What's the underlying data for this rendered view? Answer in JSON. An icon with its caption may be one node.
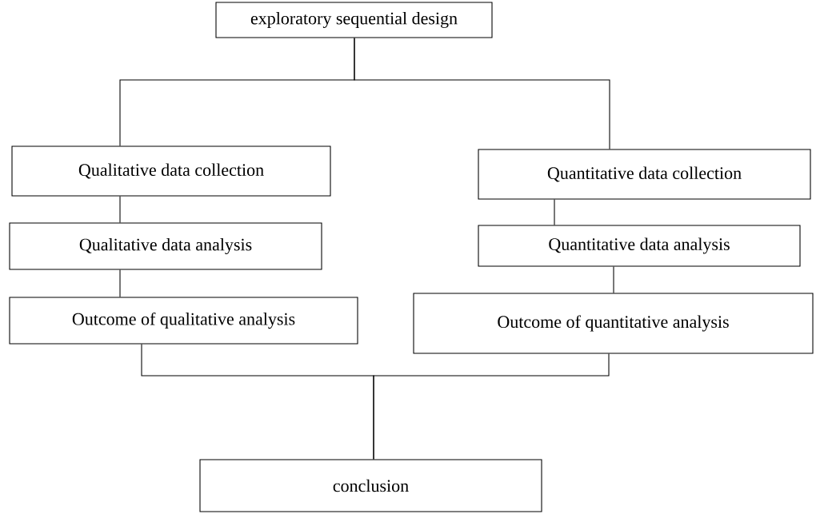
{
  "diagram": {
    "nodes": [
      {
        "text": [
          "exploratory sequential design"
        ]
      },
      {
        "text": [
          "Qualitative data collection"
        ]
      },
      {
        "text": [
          "Quantitative data collection"
        ]
      },
      {
        "text": [
          "Qualitative data analysis"
        ]
      },
      {
        "text": [
          "Quantitative data analysis"
        ]
      },
      {
        "text": [
          "Outcome of qualitative analysis"
        ]
      },
      {
        "text": [
          "Outcome of quantitative analysis"
        ]
      },
      {
        "text": [
          "conclusion"
        ]
      }
    ],
    "edges": [
      {
        "from": 0,
        "to": 1,
        "arrow": "none"
      },
      {
        "from": 0,
        "to": 2,
        "arrow": "none"
      },
      {
        "from": 1,
        "to": 3,
        "arrow": "none"
      },
      {
        "from": 3,
        "to": 5,
        "arrow": "none"
      },
      {
        "from": 2,
        "to": 4,
        "arrow": "none"
      },
      {
        "from": 4,
        "to": 6,
        "arrow": "none"
      },
      {
        "from": 5,
        "to": 7,
        "arrow": "none"
      },
      {
        "from": 6,
        "to": 7,
        "arrow": "none"
      }
    ]
  }
}
